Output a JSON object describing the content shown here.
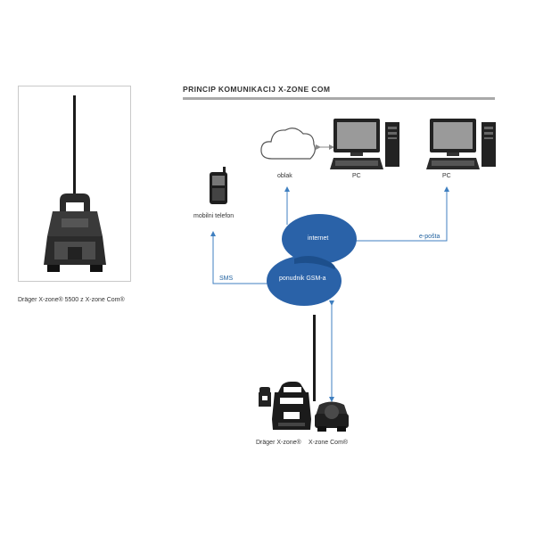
{
  "title": "PRINCIP KOMUNIKACIJ X-ZONE COM",
  "photo": {
    "caption": "Dräger X-zone® 5500 z X-zone Com®"
  },
  "nodes": {
    "cloud": "oblak",
    "pc_left": "PC",
    "pc_right": "PC",
    "mobile": "mobilni telefon",
    "internet": "internet",
    "gsm": "ponudnik GSM-a",
    "device_left": "Dräger X-zone®",
    "device_right": "X-zone Com®"
  },
  "edges": {
    "sms": "SMS",
    "email": "e-pošta"
  },
  "colors": {
    "accent_blue": "#1a5fa6",
    "ellipse_blue": "#2a62a8",
    "line_blue": "#3f7fc0",
    "rule_gray": "#a9a9a9"
  }
}
